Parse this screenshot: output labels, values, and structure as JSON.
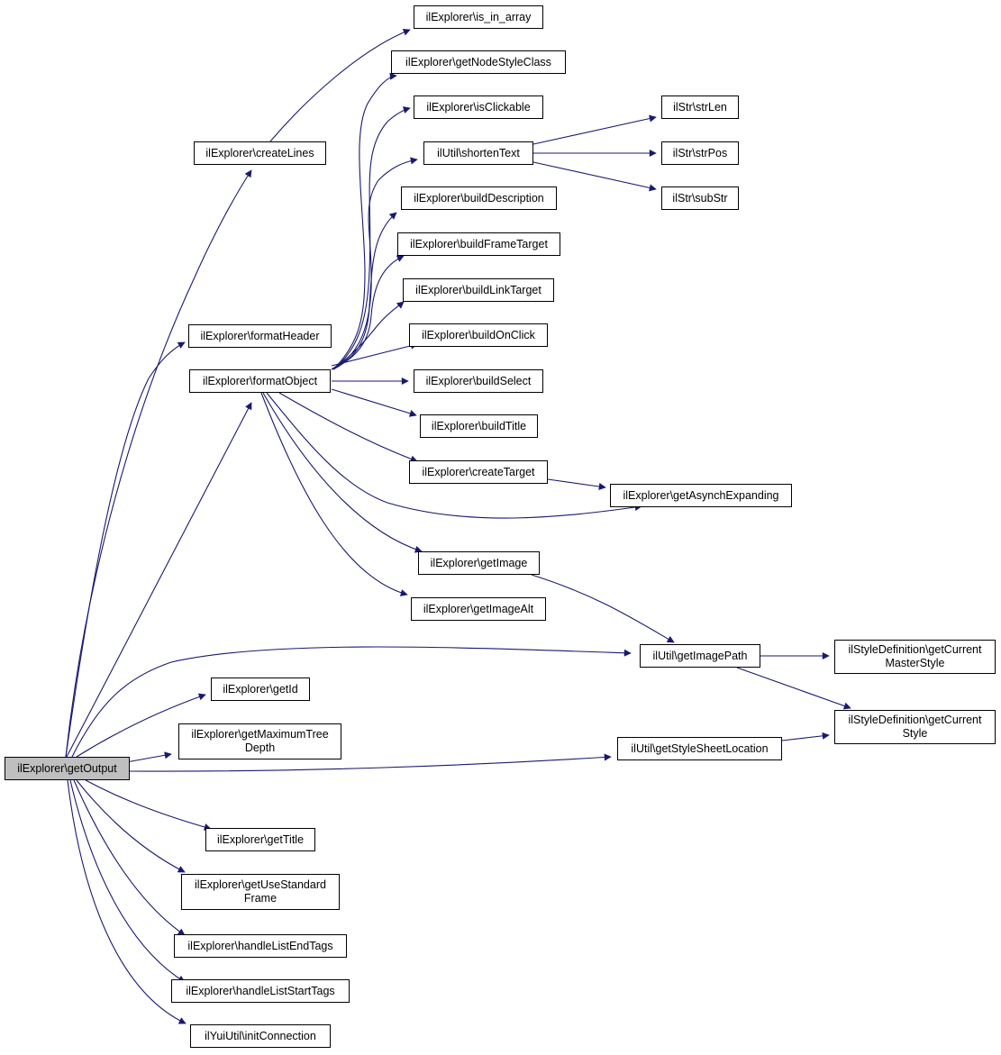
{
  "graph": {
    "edge_color": "#191970",
    "root_fill": "#bfbfbf",
    "nodes": {
      "getOutput": {
        "label": [
          "ilExplorer\\getOutput"
        ]
      },
      "createLines": {
        "label": [
          "ilExplorer\\createLines"
        ]
      },
      "is_in_array": {
        "label": [
          "ilExplorer\\is_in_array"
        ]
      },
      "formatHeader": {
        "label": [
          "ilExplorer\\formatHeader"
        ]
      },
      "formatObject": {
        "label": [
          "ilExplorer\\formatObject"
        ]
      },
      "getNodeStyleClass": {
        "label": [
          "ilExplorer\\getNodeStyleClass"
        ]
      },
      "isClickable": {
        "label": [
          "ilExplorer\\isClickable"
        ]
      },
      "shortenText": {
        "label": [
          "ilUtil\\shortenText"
        ]
      },
      "strLen": {
        "label": [
          "ilStr\\strLen"
        ]
      },
      "strPos": {
        "label": [
          "ilStr\\strPos"
        ]
      },
      "subStr": {
        "label": [
          "ilStr\\subStr"
        ]
      },
      "buildDescription": {
        "label": [
          "ilExplorer\\buildDescription"
        ]
      },
      "buildFrameTarget": {
        "label": [
          "ilExplorer\\buildFrameTarget"
        ]
      },
      "buildLinkTarget": {
        "label": [
          "ilExplorer\\buildLinkTarget"
        ]
      },
      "buildOnClick": {
        "label": [
          "ilExplorer\\buildOnClick"
        ]
      },
      "buildSelect": {
        "label": [
          "ilExplorer\\buildSelect"
        ]
      },
      "buildTitle": {
        "label": [
          "ilExplorer\\buildTitle"
        ]
      },
      "createTarget": {
        "label": [
          "ilExplorer\\createTarget"
        ]
      },
      "getAsynchExpanding": {
        "label": [
          "ilExplorer\\getAsynchExpanding"
        ]
      },
      "getImage": {
        "label": [
          "ilExplorer\\getImage"
        ]
      },
      "getImageAlt": {
        "label": [
          "ilExplorer\\getImageAlt"
        ]
      },
      "getImagePath": {
        "label": [
          "ilUtil\\getImagePath"
        ]
      },
      "getCurrentMasterStyle": {
        "label": [
          "ilStyleDefinition\\getCurrent",
          "MasterStyle"
        ]
      },
      "getCurrentStyle": {
        "label": [
          "ilStyleDefinition\\getCurrent",
          "Style"
        ]
      },
      "getStyleSheetLocation": {
        "label": [
          "ilUtil\\getStyleSheetLocation"
        ]
      },
      "getId": {
        "label": [
          "ilExplorer\\getId"
        ]
      },
      "getMaximumTreeDepth": {
        "label": [
          "ilExplorer\\getMaximumTree",
          "Depth"
        ]
      },
      "getTitle": {
        "label": [
          "ilExplorer\\getTitle"
        ]
      },
      "getUseStandardFrame": {
        "label": [
          "ilExplorer\\getUseStandard",
          "Frame"
        ]
      },
      "handleListEndTags": {
        "label": [
          "ilExplorer\\handleListEndTags"
        ]
      },
      "handleListStartTags": {
        "label": [
          "ilExplorer\\handleListStartTags"
        ]
      },
      "initConnection": {
        "label": [
          "ilYuiUtil\\initConnection"
        ]
      }
    },
    "edges": [
      [
        "getOutput",
        "createLines"
      ],
      [
        "getOutput",
        "formatHeader"
      ],
      [
        "getOutput",
        "formatObject"
      ],
      [
        "getOutput",
        "getImagePath"
      ],
      [
        "getOutput",
        "getId"
      ],
      [
        "getOutput",
        "getMaximumTreeDepth"
      ],
      [
        "getOutput",
        "getStyleSheetLocation"
      ],
      [
        "getOutput",
        "getTitle"
      ],
      [
        "getOutput",
        "getUseStandardFrame"
      ],
      [
        "getOutput",
        "handleListEndTags"
      ],
      [
        "getOutput",
        "handleListStartTags"
      ],
      [
        "getOutput",
        "initConnection"
      ],
      [
        "createLines",
        "is_in_array"
      ],
      [
        "formatObject",
        "getNodeStyleClass"
      ],
      [
        "formatObject",
        "isClickable"
      ],
      [
        "formatObject",
        "shortenText"
      ],
      [
        "formatObject",
        "buildDescription"
      ],
      [
        "formatObject",
        "buildFrameTarget"
      ],
      [
        "formatObject",
        "buildLinkTarget"
      ],
      [
        "formatObject",
        "buildOnClick"
      ],
      [
        "formatObject",
        "buildSelect"
      ],
      [
        "formatObject",
        "buildTitle"
      ],
      [
        "formatObject",
        "createTarget"
      ],
      [
        "formatObject",
        "getAsynchExpanding"
      ],
      [
        "formatObject",
        "getImage"
      ],
      [
        "formatObject",
        "getImageAlt"
      ],
      [
        "shortenText",
        "strLen"
      ],
      [
        "shortenText",
        "strPos"
      ],
      [
        "shortenText",
        "subStr"
      ],
      [
        "createTarget",
        "getAsynchExpanding"
      ],
      [
        "getImage",
        "getImagePath"
      ],
      [
        "getImagePath",
        "getCurrentMasterStyle"
      ],
      [
        "getImagePath",
        "getCurrentStyle"
      ],
      [
        "getStyleSheetLocation",
        "getCurrentStyle"
      ]
    ]
  }
}
